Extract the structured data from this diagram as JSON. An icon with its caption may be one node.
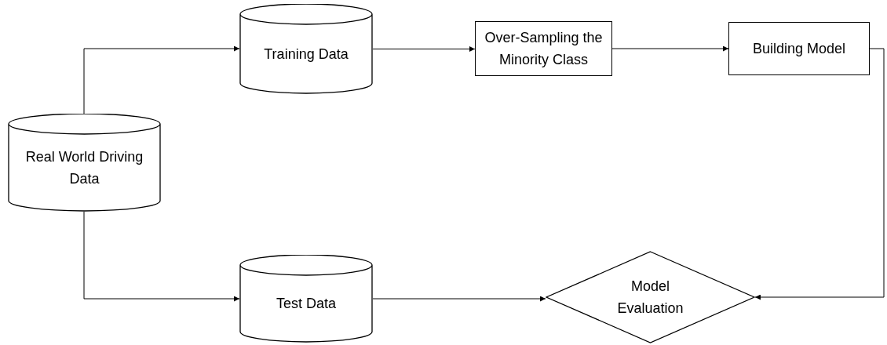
{
  "diagram": {
    "nodes": [
      {
        "text": [
          "Real World Driving Data"
        ]
      },
      {
        "text": [
          "Training Data"
        ]
      },
      {
        "text": [
          "Over-Sampling the Minority Class"
        ]
      },
      {
        "text": [
          "Building Model"
        ]
      },
      {
        "text": [
          "Test Data"
        ]
      },
      {
        "text": [
          "Model Evaluation"
        ]
      }
    ],
    "edges": [
      {
        "from": 0,
        "to": 1,
        "arrow": "to"
      },
      {
        "from": 1,
        "to": 2,
        "arrow": "to"
      },
      {
        "from": 2,
        "to": 3,
        "arrow": "to"
      },
      {
        "from": 0,
        "to": 4,
        "arrow": "to"
      },
      {
        "from": 4,
        "to": 5,
        "arrow": "to"
      },
      {
        "from": 3,
        "to": 5,
        "arrow": "to"
      }
    ]
  }
}
